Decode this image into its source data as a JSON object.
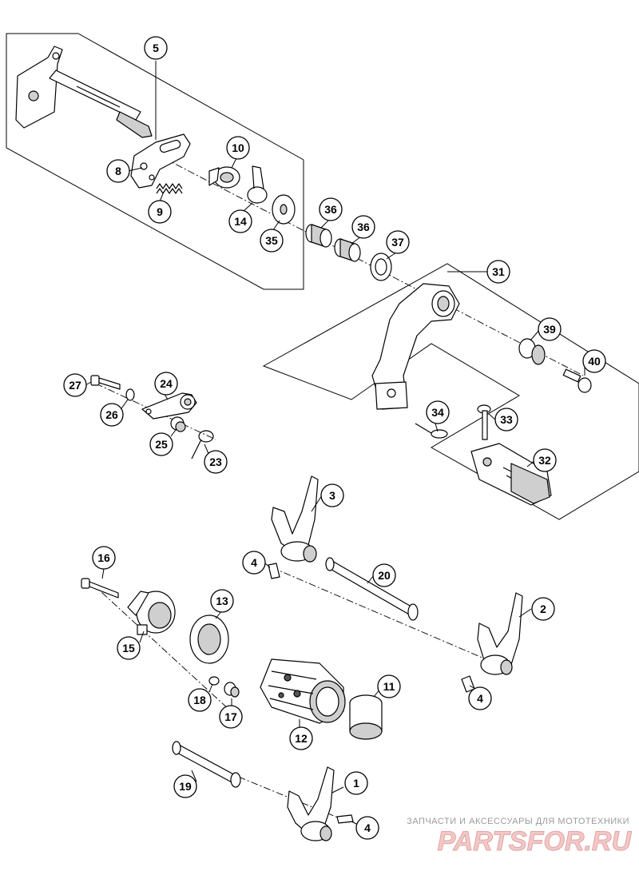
{
  "callouts": {
    "c1": "1",
    "c2": "2",
    "c3": "3",
    "c4a": "4",
    "c4b": "4",
    "c4c": "4",
    "c5": "5",
    "c8": "8",
    "c9": "9",
    "c10": "10",
    "c11": "11",
    "c12": "12",
    "c13": "13",
    "c14": "14",
    "c15": "15",
    "c16": "16",
    "c17": "17",
    "c18": "18",
    "c19": "19",
    "c20": "20",
    "c23": "23",
    "c24": "24",
    "c25": "25",
    "c26": "26",
    "c27": "27",
    "c31": "31",
    "c32": "32",
    "c33": "33",
    "c34": "34",
    "c35": "35",
    "c36a": "36",
    "c36b": "36",
    "c37": "37",
    "c39": "39",
    "c40": "40"
  },
  "watermark": {
    "caption": "ЗАПЧАСТИ И АКСЕССУАРЫ ДЛЯ МОТОТЕХНИКИ",
    "logo": "PARTSFOR.RU"
  }
}
